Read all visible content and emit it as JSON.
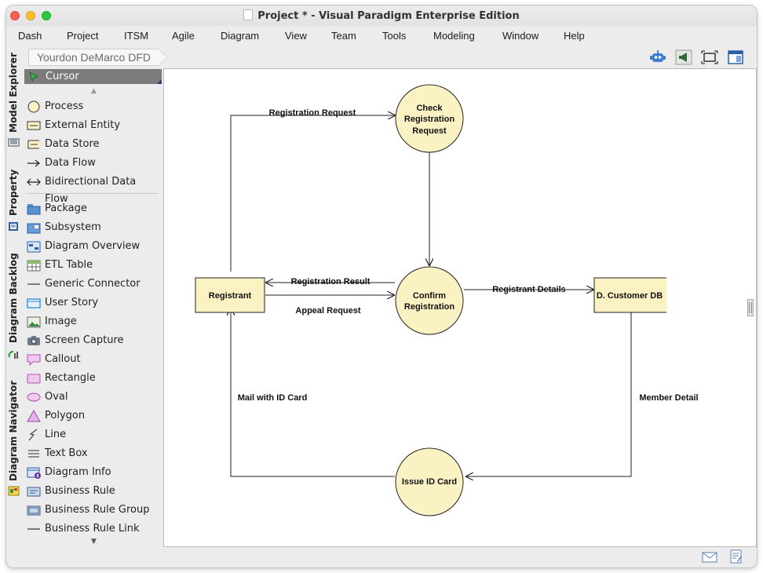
{
  "window": {
    "title": "Project * - Visual Paradigm Enterprise Edition"
  },
  "menu": [
    "Dash",
    "Project",
    "ITSM",
    "Agile",
    "Diagram",
    "View",
    "Team",
    "Tools",
    "Modeling",
    "Window",
    "Help"
  ],
  "side_tabs": [
    "Model Explorer",
    "Property",
    "Diagram Backlog",
    "Diagram Navigator"
  ],
  "breadcrumb": "Yourdon DeMarco DFD",
  "palette": {
    "cursor": "Cursor",
    "items": [
      {
        "label": "Process",
        "icon": "process-icon"
      },
      {
        "label": "External Entity",
        "icon": "external-entity-icon"
      },
      {
        "label": "Data Store",
        "icon": "data-store-icon"
      },
      {
        "label": "Data Flow",
        "icon": "data-flow-icon"
      },
      {
        "label": "Bidirectional Data Flow",
        "icon": "bidirectional-flow-icon"
      },
      {
        "label": "Package",
        "icon": "package-icon"
      },
      {
        "label": "Subsystem",
        "icon": "subsystem-icon"
      },
      {
        "label": "Diagram Overview",
        "icon": "diagram-overview-icon"
      },
      {
        "label": "ETL Table",
        "icon": "etl-table-icon"
      },
      {
        "label": "Generic Connector",
        "icon": "generic-connector-icon"
      },
      {
        "label": "User Story",
        "icon": "user-story-icon"
      },
      {
        "label": "Image",
        "icon": "image-icon"
      },
      {
        "label": "Screen Capture",
        "icon": "camera-icon"
      },
      {
        "label": "Callout",
        "icon": "callout-icon"
      },
      {
        "label": "Rectangle",
        "icon": "rectangle-icon"
      },
      {
        "label": "Oval",
        "icon": "oval-icon"
      },
      {
        "label": "Polygon",
        "icon": "polygon-icon"
      },
      {
        "label": "Line",
        "icon": "line-icon"
      },
      {
        "label": "Text Box",
        "icon": "text-box-icon"
      },
      {
        "label": "Diagram Info",
        "icon": "diagram-info-icon"
      },
      {
        "label": "Business Rule",
        "icon": "business-rule-icon"
      },
      {
        "label": "Business Rule Group",
        "icon": "business-rule-group-icon"
      },
      {
        "label": "Business Rule Link",
        "icon": "business-rule-link-icon"
      }
    ]
  },
  "diagram": {
    "processes": [
      {
        "id": "check",
        "lines": [
          "Check",
          "Registration",
          "Request"
        ]
      },
      {
        "id": "confirm",
        "lines": [
          "Confirm",
          "Registration"
        ]
      },
      {
        "id": "issue",
        "lines": [
          "Issue ID Card"
        ]
      }
    ],
    "entities": [
      {
        "id": "registrant",
        "label": "Registrant"
      }
    ],
    "stores": [
      {
        "id": "customer-db",
        "label": "D. Customer DB"
      }
    ],
    "flows": [
      {
        "label": "Registration Request"
      },
      {
        "label": "Registration Result"
      },
      {
        "label": "Appeal Request"
      },
      {
        "label": "Registrant Details"
      },
      {
        "label": "Mail with ID Card"
      },
      {
        "label": "Member Detail"
      }
    ]
  },
  "colors": {
    "process_fill": "#fbf2c4",
    "entity_fill": "#fbf2c4",
    "stroke": "#222222"
  }
}
